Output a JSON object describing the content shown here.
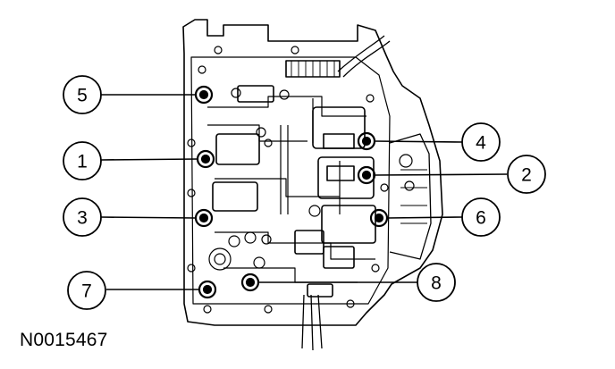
{
  "figure": {
    "id": "N0015467"
  },
  "callouts": [
    {
      "label": "5"
    },
    {
      "label": "1"
    },
    {
      "label": "3"
    },
    {
      "label": "7"
    },
    {
      "label": "4"
    },
    {
      "label": "2"
    },
    {
      "label": "6"
    },
    {
      "label": "8"
    }
  ]
}
